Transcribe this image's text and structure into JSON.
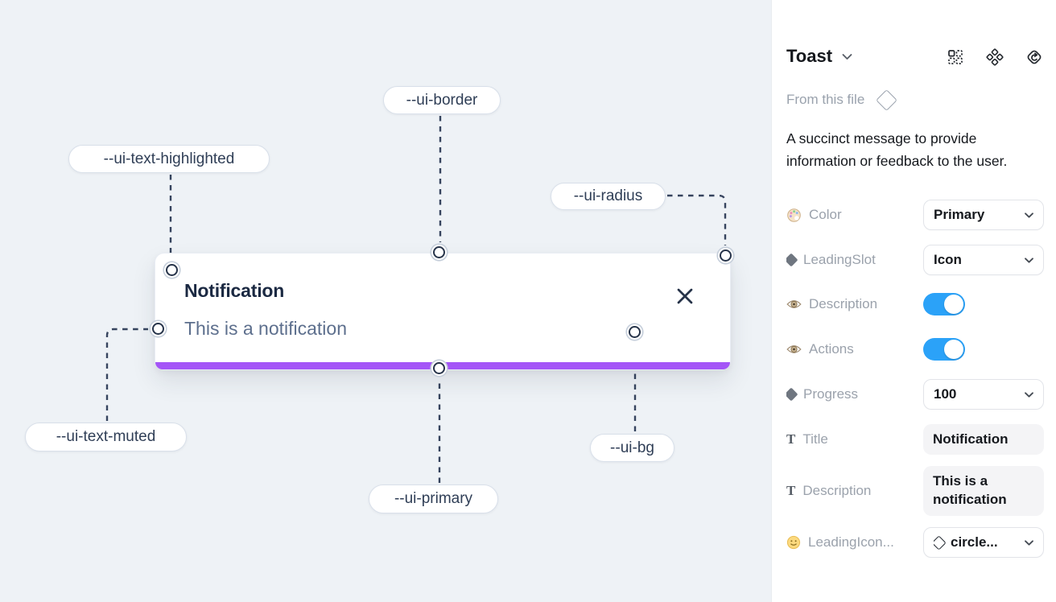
{
  "canvas": {
    "toast": {
      "title": "Notification",
      "description": "This is a notification"
    },
    "labels": {
      "border": "--ui-border",
      "text_highlighted": "--ui-text-highlighted",
      "radius": "--ui-radius",
      "text_muted": "--ui-text-muted",
      "primary": "--ui-primary",
      "bg": "--ui-bg"
    },
    "colors": {
      "canvas_bg": "#EEF2F6",
      "primary_bar": "#A455F7"
    }
  },
  "panel": {
    "header": {
      "title": "Toast",
      "icons": [
        "variants-grid-icon",
        "component-diamonds-icon",
        "reset-diamond-icon"
      ]
    },
    "source": {
      "label": "From this file"
    },
    "description": "A succinct message to provide information or feedback to the user.",
    "properties": [
      {
        "icon": "palette-icon",
        "label": "Color",
        "control": "select",
        "value": "Primary"
      },
      {
        "icon": "diamond-icon",
        "label": "LeadingSlot",
        "control": "select",
        "value": "Icon"
      },
      {
        "icon": "eye-icon",
        "label": "Description",
        "control": "toggle",
        "value": "on"
      },
      {
        "icon": "eye-icon",
        "label": "Actions",
        "control": "toggle",
        "value": "on"
      },
      {
        "icon": "diamond-icon",
        "label": "Progress",
        "control": "select",
        "value": "100"
      },
      {
        "icon": "text-icon",
        "label": "Title",
        "control": "text",
        "value": "Notification"
      },
      {
        "icon": "text-icon",
        "label": "Description",
        "control": "text",
        "value": "This is a notification"
      },
      {
        "icon": "smiley-icon",
        "label": "LeadingIcon...",
        "control": "select",
        "value": "circle..."
      }
    ],
    "colors": {
      "toggle_on": "#2BA2F8"
    }
  }
}
